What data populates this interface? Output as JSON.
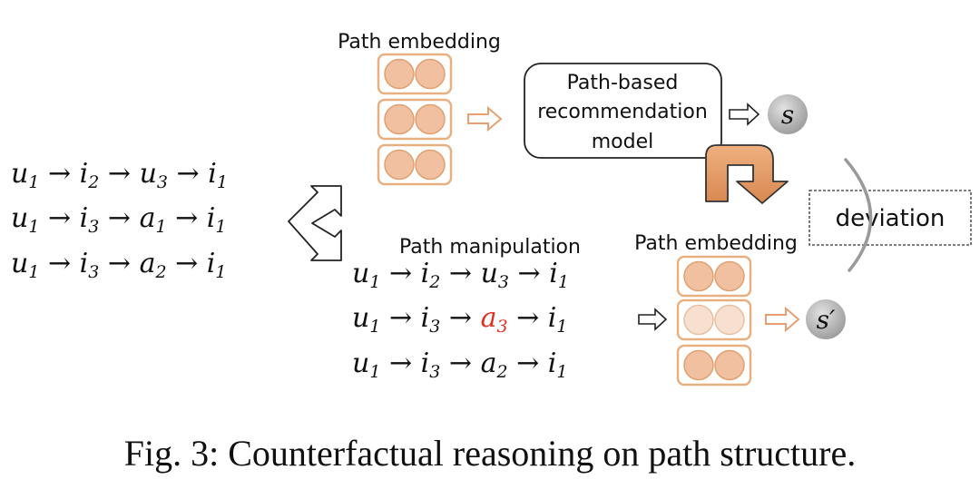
{
  "labels": {
    "path_embedding_top": "Path embedding",
    "path_embedding_bottom": "Path embedding",
    "model_line1": "Path-based",
    "model_line2": "recommendation",
    "model_line3": "model",
    "score": "s",
    "score_prime": "s′",
    "deviation": "deviation",
    "path_manipulation": "Path manipulation",
    "caption": "Fig. 3: Counterfactual reasoning on path structure."
  },
  "original_paths": [
    [
      "u1",
      "i2",
      "u3",
      "i1"
    ],
    [
      "u1",
      "i3",
      "a1",
      "i1"
    ],
    [
      "u1",
      "i3",
      "a2",
      "i1"
    ]
  ],
  "manipulated_paths": [
    [
      "u1",
      "i2",
      "u3",
      "i1"
    ],
    [
      "u1",
      "i3",
      "a3",
      "i1"
    ],
    [
      "u1",
      "i3",
      "a2",
      "i1"
    ]
  ],
  "highlight": {
    "path": 1,
    "node": 2,
    "color": "#e03020"
  },
  "colors": {
    "embed_fill": "#f0c0a0",
    "embed_fill_light": "#f8e0d0",
    "embed_border": "#e8b080",
    "turn_arrow": "#e8a070",
    "score_circle": "#aaaaaa"
  }
}
